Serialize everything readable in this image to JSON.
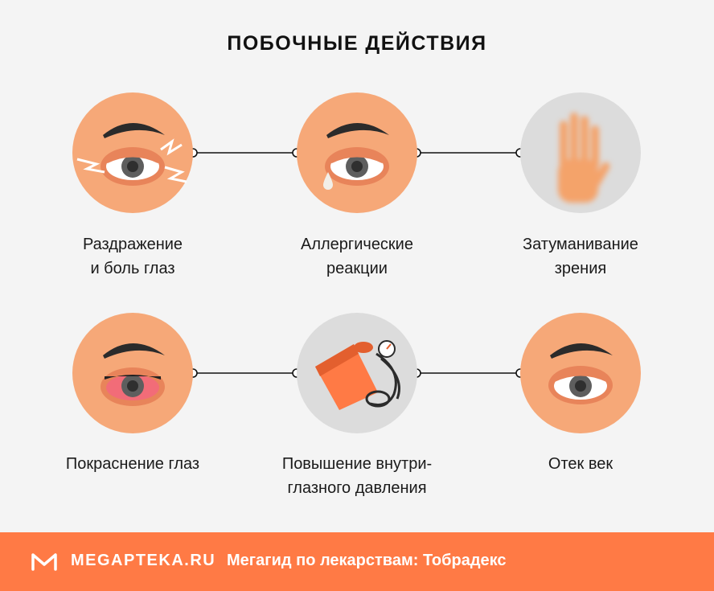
{
  "title": "ПОБОЧНЫЕ ДЕЙСТВИЯ",
  "items": [
    {
      "label": "Раздражение\nи боль глаз",
      "icon": "irritated-eye-icon"
    },
    {
      "label": "Аллергические\nреакции",
      "icon": "teary-eye-icon"
    },
    {
      "label": "Затуманивание\nзрения",
      "icon": "blurred-hand-icon"
    },
    {
      "label": "Покраснение глаз",
      "icon": "red-eye-icon"
    },
    {
      "label": "Повышение внутри-\nглазного давления",
      "icon": "blood-pressure-cuff-icon"
    },
    {
      "label": "Отек век",
      "icon": "swollen-eyelid-icon"
    }
  ],
  "footer": {
    "brand": "MEGAPTEKA.RU",
    "tagline": "Мегагид по лекарствам: Тобрадекс"
  },
  "colors": {
    "skin": "#f6a878",
    "skin_dark": "#e8845a",
    "accent": "#ff7a45",
    "gray_circle": "#dcdcdc",
    "brow": "#2b2b2b"
  }
}
